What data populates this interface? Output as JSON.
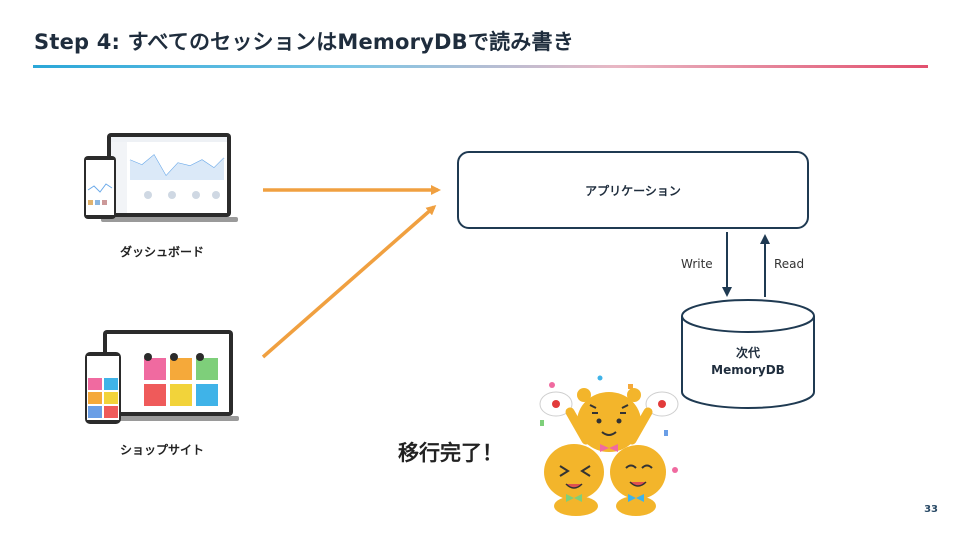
{
  "slide": {
    "title": "Step 4: すべてのセッションはMemoryDBで読み書き",
    "page_number": "33"
  },
  "sources": [
    {
      "label": "ダッシュボード"
    },
    {
      "label": "ショップサイト"
    }
  ],
  "application": {
    "label": "アプリケーション"
  },
  "database": {
    "line1": "次代",
    "line2": "MemoryDB"
  },
  "arrows": {
    "write_label": "Write",
    "read_label": "Read"
  },
  "completion": {
    "text": "移行完了！"
  },
  "colors": {
    "accent_orange": "#f0a040",
    "navy": "#1f3a52"
  }
}
